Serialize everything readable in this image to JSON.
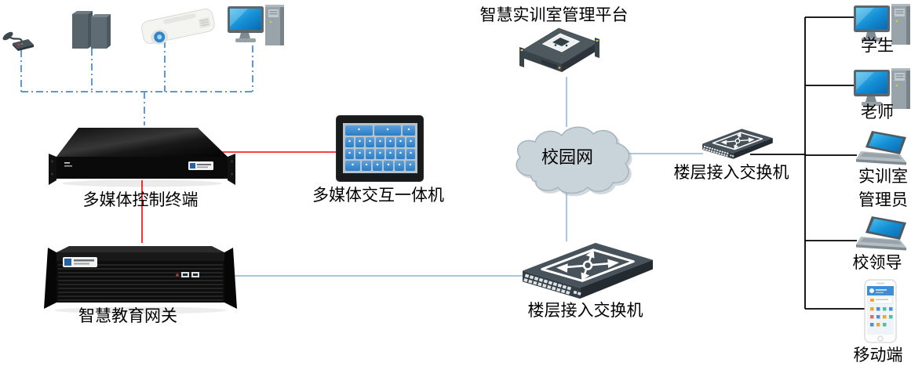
{
  "diagram": {
    "title": "智慧实训室管理平台",
    "nodes": {
      "platform": {
        "label": "智慧实训室管理平台",
        "icon": "rack-server-icon"
      },
      "campus_network": {
        "label": "校园网",
        "icon": "cloud-icon"
      },
      "floor_switch_upper": {
        "label": "楼层接入交换机",
        "icon": "network-switch-icon"
      },
      "floor_switch_lower": {
        "label": "楼层接入交换机",
        "icon": "network-switch-icon"
      },
      "control_terminal": {
        "label": "多媒体控制终端",
        "icon": "rack-device-icon"
      },
      "touch_panel": {
        "label": "多媒体交互一体机",
        "icon": "touch-screen-icon"
      },
      "gateway": {
        "label": "智慧教育网关",
        "icon": "rack-chassis-icon"
      }
    },
    "peripherals": [
      {
        "name": "microphone",
        "icon": "microphone-icon"
      },
      {
        "name": "speakers",
        "icon": "speakers-icon"
      },
      {
        "name": "projector",
        "icon": "projector-icon"
      },
      {
        "name": "classroom-computer",
        "icon": "desktop-computer-icon"
      }
    ],
    "endpoints": [
      {
        "label": "学生",
        "icon": "desktop-computer-icon"
      },
      {
        "label": "老师",
        "icon": "desktop-computer-icon"
      },
      {
        "label": "实训室管理员",
        "label_lines": [
          "实训室",
          "管理员"
        ],
        "icon": "laptop-icon"
      },
      {
        "label": "校领导",
        "icon": "laptop-icon"
      },
      {
        "label": "移动端",
        "icon": "smartphone-icon"
      }
    ],
    "connections": [
      {
        "from": "microphone",
        "to": "control-terminal",
        "style": "dash-dot-blue"
      },
      {
        "from": "speakers",
        "to": "control-terminal",
        "style": "dash-dot-blue"
      },
      {
        "from": "projector",
        "to": "control-terminal",
        "style": "dash-dot-blue"
      },
      {
        "from": "classroom-computer",
        "to": "control-terminal",
        "style": "dash-dot-blue"
      },
      {
        "from": "control-terminal",
        "to": "touch-panel",
        "style": "solid-red"
      },
      {
        "from": "control-terminal",
        "to": "gateway",
        "style": "solid-red"
      },
      {
        "from": "gateway",
        "to": "floor-switch-lower",
        "style": "solid-light-blue"
      },
      {
        "from": "platform",
        "to": "campus-network",
        "style": "solid-light-blue"
      },
      {
        "from": "campus-network",
        "to": "floor-switch-lower",
        "style": "solid-light-blue"
      },
      {
        "from": "campus-network",
        "to": "floor-switch-upper",
        "style": "solid-light-blue"
      },
      {
        "from": "floor-switch-upper",
        "to": "student",
        "style": "solid-black"
      },
      {
        "from": "floor-switch-upper",
        "to": "teacher",
        "style": "solid-black"
      },
      {
        "from": "floor-switch-upper",
        "to": "lab-admin",
        "style": "solid-black"
      },
      {
        "from": "floor-switch-upper",
        "to": "school-leader",
        "style": "solid-black"
      },
      {
        "from": "floor-switch-upper",
        "to": "mobile",
        "style": "solid-black"
      }
    ],
    "colors": {
      "peripheral_dash_line": "#5b9bd5",
      "control_line": "#ff0000",
      "network_line": "#a9c8e6",
      "lan_line": "#000000"
    }
  }
}
